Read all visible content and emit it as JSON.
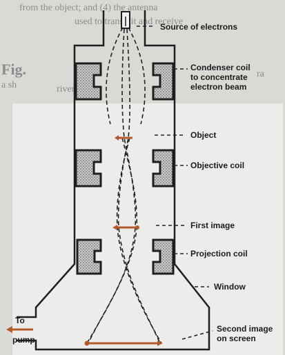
{
  "diagram": {
    "labels": {
      "source": "Source of electrons",
      "condenser": [
        "Condenser coil",
        "to concentrate",
        "electron beam"
      ],
      "object": "Object",
      "objective": "Objective coil",
      "first_image": "First image",
      "projection": "Projection coil",
      "window": "Window",
      "second_image": [
        "Second image",
        "on screen"
      ],
      "to_pump": [
        "To",
        "pump"
      ]
    },
    "background_text": [
      "from the object; and (4) the antenna",
      "used to transmit and receive",
      "Fig.",
      "a sh",
      "river",
      "ra"
    ],
    "colors": {
      "background": "#d9d9d6",
      "panel": "#ececea",
      "outline": "#1e1e1e",
      "image_arrow": "#b35a2a",
      "coil_fill": "#a9a9a9"
    }
  }
}
